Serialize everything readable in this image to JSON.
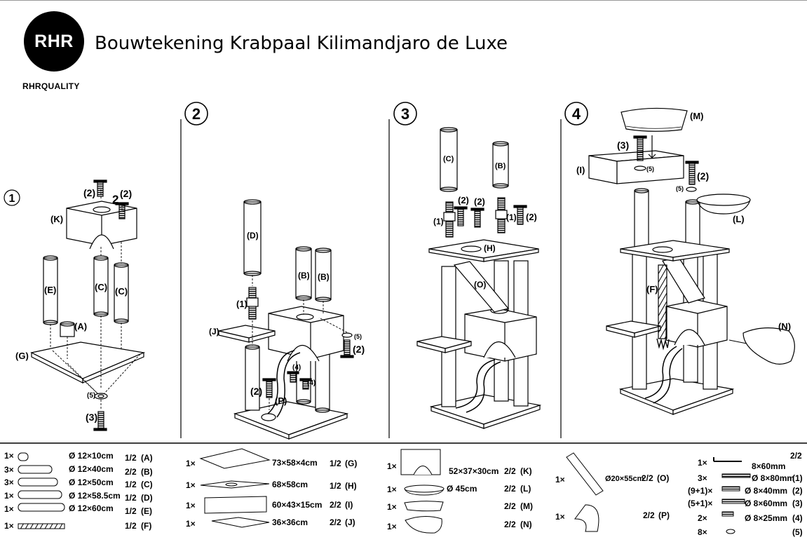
{
  "header": {
    "logo_text": "RHR",
    "brand": "RHRQUALITY",
    "title": "Bouwtekening Krabpaal Kilimandjaro de Luxe"
  },
  "steps": [
    "1",
    "2",
    "3",
    "4"
  ],
  "step1": {
    "K": "(K)",
    "E": "(E)",
    "C1": "(C)",
    "C2": "(C)",
    "A": "(A)",
    "G": "(G)",
    "s2a": "(2)",
    "s2b": "2",
    "s2c": "(2)",
    "s5": "(5)",
    "s3": "(3)"
  },
  "step2": {
    "D": "(D)",
    "B1": "(B)",
    "B2": "(B)",
    "J": "(J)",
    "P": "(P)",
    "s1": "(1)",
    "s5": "(5)",
    "s2a": "(2)",
    "s2b": "(2)",
    "s4a": "(4)",
    "s4b": "(4)"
  },
  "step3": {
    "C": "(C)",
    "B": "(B)",
    "H": "(H)",
    "O": "(O)",
    "s2a": "(2)",
    "s2b": "(2)",
    "s2c": "(2)",
    "s1a": "(1)",
    "s1b": "(1)"
  },
  "step4": {
    "M": "(M)",
    "I": "(I)",
    "L": "(L)",
    "F": "(F)",
    "N": "(N)",
    "s3": "(3)",
    "s5a": "(5)",
    "s5b": "(5)",
    "s2": "(2)"
  },
  "parts": {
    "col1": [
      {
        "qty": "1×",
        "dim": "Ø 12×10cm",
        "count": "1/2",
        "code": "(A)"
      },
      {
        "qty": "3×",
        "dim": "Ø 12×40cm",
        "count": "2/2",
        "code": "(B)"
      },
      {
        "qty": "3×",
        "dim": "Ø 12×50cm",
        "count": "1/2",
        "code": "(C)"
      },
      {
        "qty": "1×",
        "dim": "Ø 12×58.5cm",
        "count": "1/2",
        "code": "(D)"
      },
      {
        "qty": "1×",
        "dim": "Ø 12×60cm",
        "count": "1/2",
        "code": "(E)"
      },
      {
        "qty": "1×",
        "dim": "",
        "count": "1/2",
        "code": "(F)"
      }
    ],
    "col2": [
      {
        "qty": "1×",
        "dim": "73×58×4cm",
        "count": "1/2",
        "code": "(G)"
      },
      {
        "qty": "1×",
        "dim": "68×58cm",
        "count": "1/2",
        "code": "(H)"
      },
      {
        "qty": "1×",
        "dim": "60×43×15cm",
        "count": "2/2",
        "code": "(I)"
      },
      {
        "qty": "1×",
        "dim": "36×36cm",
        "count": "2/2",
        "code": "(J)"
      }
    ],
    "col3": [
      {
        "qty": "1×",
        "dim": "52×37×30cm",
        "count": "2/2",
        "code": "(K)"
      },
      {
        "qty": "1×",
        "dim": "Ø 45cm",
        "count": "2/2",
        "code": "(L)"
      },
      {
        "qty": "1×",
        "dim": "",
        "count": "2/2",
        "code": "(M)"
      },
      {
        "qty": "1×",
        "dim": "",
        "count": "2/2",
        "code": "(N)"
      }
    ],
    "col4": [
      {
        "qty": "1×",
        "dim": "Ø20×55cm",
        "count": "2/2",
        "code": "(O)"
      },
      {
        "qty": "1×",
        "dim": "",
        "count": "2/2",
        "code": "(P)"
      }
    ],
    "col5": {
      "header": "2/2",
      "rows": [
        {
          "qty": "1×",
          "dim": "8×60mm",
          "code": ""
        },
        {
          "qty": "3×",
          "dim": "Ø 8×80mm",
          "code": "(1)"
        },
        {
          "qty": "(9+1)×",
          "dim": "Ø 8×40mm",
          "code": "(2)"
        },
        {
          "qty": "(5+1)×",
          "dim": "Ø 8×60mm",
          "code": "(3)"
        },
        {
          "qty": "2×",
          "dim": "Ø 8×25mm",
          "code": "(4)"
        },
        {
          "qty": "8×",
          "dim": "",
          "code": "(5)"
        }
      ]
    }
  }
}
